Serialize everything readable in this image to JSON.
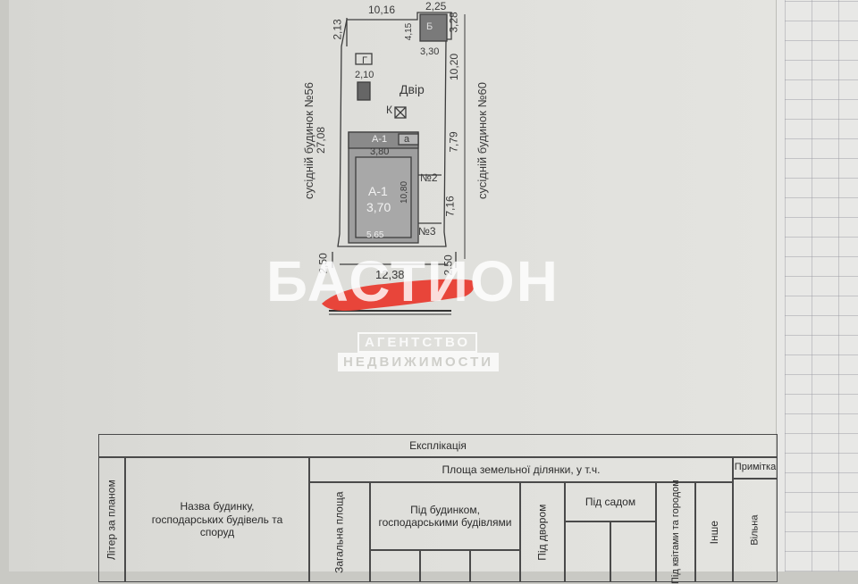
{
  "plan": {
    "dims": {
      "top_width": "10,16",
      "top_right": "2,25",
      "left_top": "2,13",
      "shed_height": "4,15",
      "shed_side": "3,28",
      "shed_width": "3,30",
      "right_upper": "10,20",
      "right_middle": "7,79",
      "right_lower": "7,16",
      "left_bottom": "2,50",
      "right_bottom": "2,50",
      "bottom_width": "12,38",
      "left_long": "27,08",
      "small_building": "2,10",
      "house_width": "3,80",
      "house_depth": "10,80",
      "house_inner": "3,70",
      "house_bottom": "5,65"
    },
    "labels": {
      "yard": "Двір",
      "g_mark": "Г",
      "k_mark": "К",
      "house_top": "А-1",
      "house_main": "А-1",
      "annex": "а",
      "shed": "Б",
      "no2": "№2",
      "no3": "№3",
      "neighbor_left": "сусідній будинок №56",
      "neighbor_right": "сусідній будинок №60"
    }
  },
  "watermark": {
    "main": "БАСТИОН",
    "line1": "АГЕНТСТВО",
    "line2": "НЕДВИЖИМОСТИ"
  },
  "table": {
    "title": "Експлікація",
    "col_litter": "Літер за планом",
    "col_name": "Назва будинку, господарських будівель та споруд",
    "col_area": "Загальна площа",
    "land_header": "Площа земельної ділянки, у т.ч.",
    "under_buildings": "Під будинком, господарськими будівлями",
    "under_garden": "Під садом",
    "col_yard": "Під двором",
    "col_other": "Під квітами та городом",
    "col_extra": "Інше",
    "col_free": "Вільна",
    "note": "Примітка"
  }
}
